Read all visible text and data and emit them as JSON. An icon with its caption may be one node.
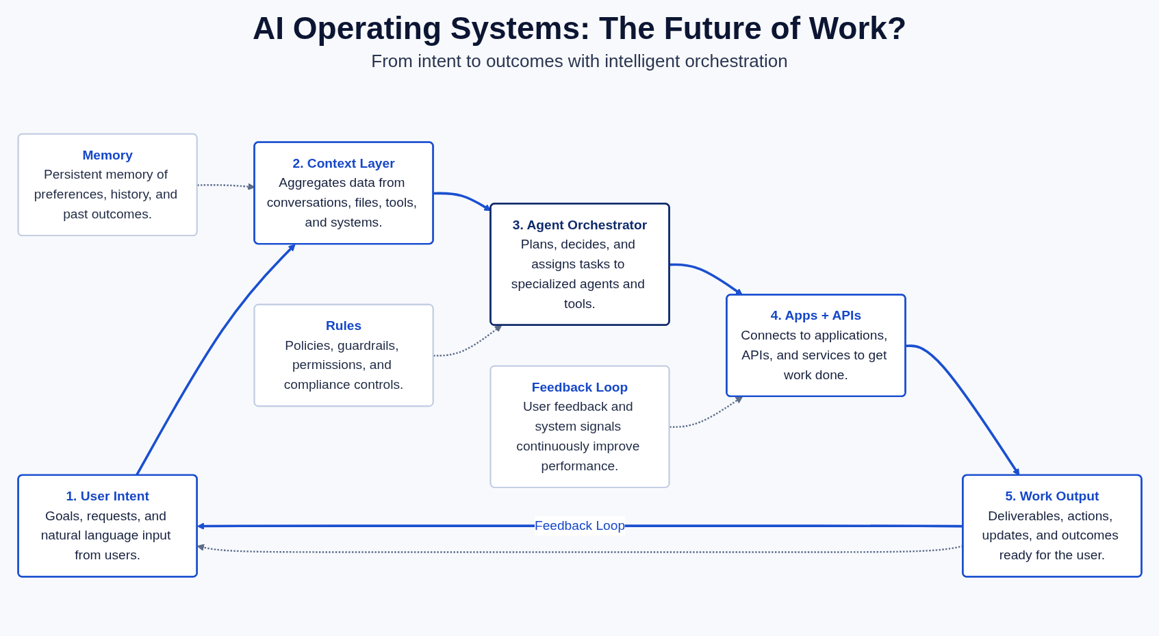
{
  "diagram": {
    "title": "AI Operating Systems: The Future of Work?",
    "nodes": [
      {
        "text": [
          "1. User Intent",
          "Goals, requests, and natural language input from users."
        ]
      },
      {
        "text": [
          "2. Context Layer",
          "Aggregates data from conversations, files, tools, and systems."
        ]
      },
      {
        "text": [
          "3. Agent Orchestrator",
          "Plans, decides, and assigns tasks to specialized agents and tools."
        ]
      },
      {
        "text": [
          "4. Apps + APIs",
          "Connects to applications, APIs, and services to get work done."
        ]
      },
      {
        "text": [
          "5. Work Output",
          "Deliverables, actions, updates, and outcomes ready for the user."
        ]
      },
      {
        "text": [
          "Memory",
          "Persistent memory of preferences, history, and past outcomes."
        ]
      },
      {
        "text": [
          "Rules",
          "Policies, guardrails, permissions, and compliance controls."
        ]
      },
      {
        "text": [
          "Feedback Loop",
          "User feedback and system signals continuously improve performance."
        ]
      }
    ],
    "edges": [
      {
        "from": 0,
        "to": 1,
        "arrow": "to"
      },
      {
        "from": 1,
        "to": 2,
        "arrow": "to"
      },
      {
        "from": 2,
        "to": 3,
        "arrow": "to"
      },
      {
        "from": 3,
        "to": 4,
        "arrow": "to"
      },
      {
        "from": 4,
        "to": 0,
        "arrow": "to",
        "label": "Feedback Loop"
      },
      {
        "from": 4,
        "to": 0,
        "arrow": "to",
        "style": "dashed",
        "color": "#5b6b88"
      },
      {
        "from": 5,
        "to": 1,
        "arrow": "to",
        "style": "dashed",
        "color": "#5b6b88"
      },
      {
        "from": 6,
        "to": 2,
        "arrow": "to",
        "style": "dashed",
        "color": "#5b6b88"
      },
      {
        "from": 7,
        "to": 3,
        "arrow": "to",
        "style": "dashed",
        "color": "#5b6b88"
      }
    ],
    "labels": [
      "From intent to outcomes with intelligent orchestration"
    ]
  }
}
